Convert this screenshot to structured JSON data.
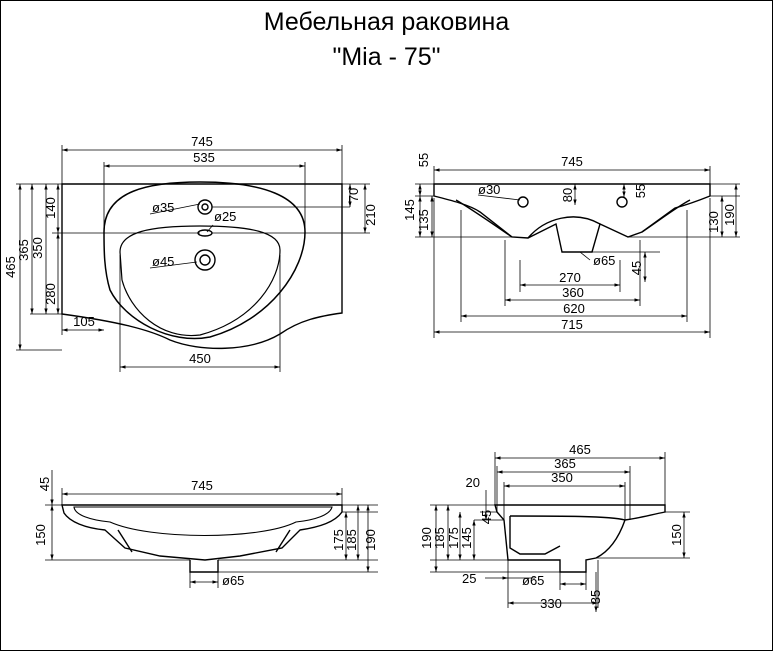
{
  "title": {
    "line1": "Мебельная раковина",
    "line2": "\"Mia - 75\""
  },
  "top_view": {
    "width_total": "745",
    "width_inner": "535",
    "bowl_width": "450",
    "left_offset": "105",
    "tap_hole": "ø35",
    "overflow": "ø25",
    "drain": "ø45",
    "right_70": "70",
    "right_210": "210",
    "left_140": "140",
    "left_280": "280",
    "left_350": "350",
    "left_365": "365",
    "left_465": "465"
  },
  "front_view": {
    "width_total": "745",
    "d30": "ø30",
    "h80": "80",
    "h55_left": "55",
    "h55_right": "55",
    "h145": "145",
    "h135": "135",
    "h130": "130",
    "h190": "190",
    "h45": "45",
    "drain": "ø65",
    "w270": "270",
    "w360": "360",
    "w620": "620",
    "w715": "715"
  },
  "bottom_view": {
    "width_total": "745",
    "h45": "45",
    "h150": "150",
    "h175": "175",
    "h185": "185",
    "h190": "190",
    "drain": "ø65"
  },
  "side_view": {
    "d465": "465",
    "d365": "365",
    "d350": "350",
    "d330": "330",
    "h20": "20",
    "h45": "45",
    "h145": "145",
    "h175": "175",
    "h185": "185",
    "h190": "190",
    "h150": "150",
    "h25": "25",
    "h35": "35",
    "drain": "ø65"
  }
}
